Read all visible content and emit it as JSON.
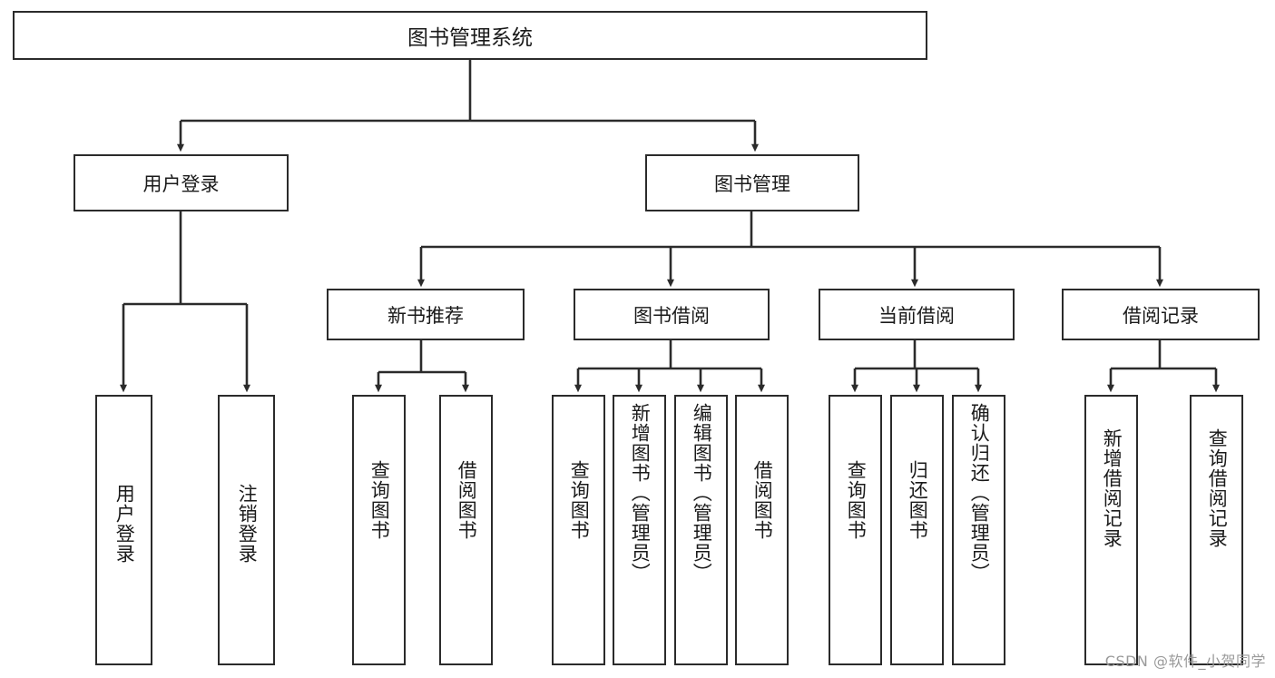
{
  "diagram": {
    "title": "图书管理系统",
    "type": "tree",
    "stroke_color": "#2b2b2b",
    "fill_color": "#ffffff",
    "text_color": "#1a1a1a"
  },
  "root": {
    "label": "图书管理系统"
  },
  "level2": [
    {
      "label": "用户登录"
    },
    {
      "label": "图书管理"
    }
  ],
  "level3": [
    {
      "label": "新书推荐"
    },
    {
      "label": "图书借阅"
    },
    {
      "label": "当前借阅"
    },
    {
      "label": "借阅记录"
    }
  ],
  "leaves": {
    "user_login": [
      {
        "label": "用户登录"
      },
      {
        "label": "注销登录"
      }
    ],
    "new_book_recommend": [
      {
        "label": "查询图书"
      },
      {
        "label": "借阅图书"
      }
    ],
    "book_borrow": [
      {
        "label": "查询图书"
      },
      {
        "label": "新增图书（管理员）"
      },
      {
        "label": "编辑图书（管理员）"
      },
      {
        "label": "借阅图书"
      }
    ],
    "current_borrow": [
      {
        "label": "查询图书"
      },
      {
        "label": "归还图书"
      },
      {
        "label": "确认归还（管理员）"
      }
    ],
    "borrow_record": [
      {
        "label": "新增借阅记录"
      },
      {
        "label": "查询借阅记录"
      }
    ]
  },
  "watermark": {
    "text": "CSDN @软件_小贺同学"
  }
}
